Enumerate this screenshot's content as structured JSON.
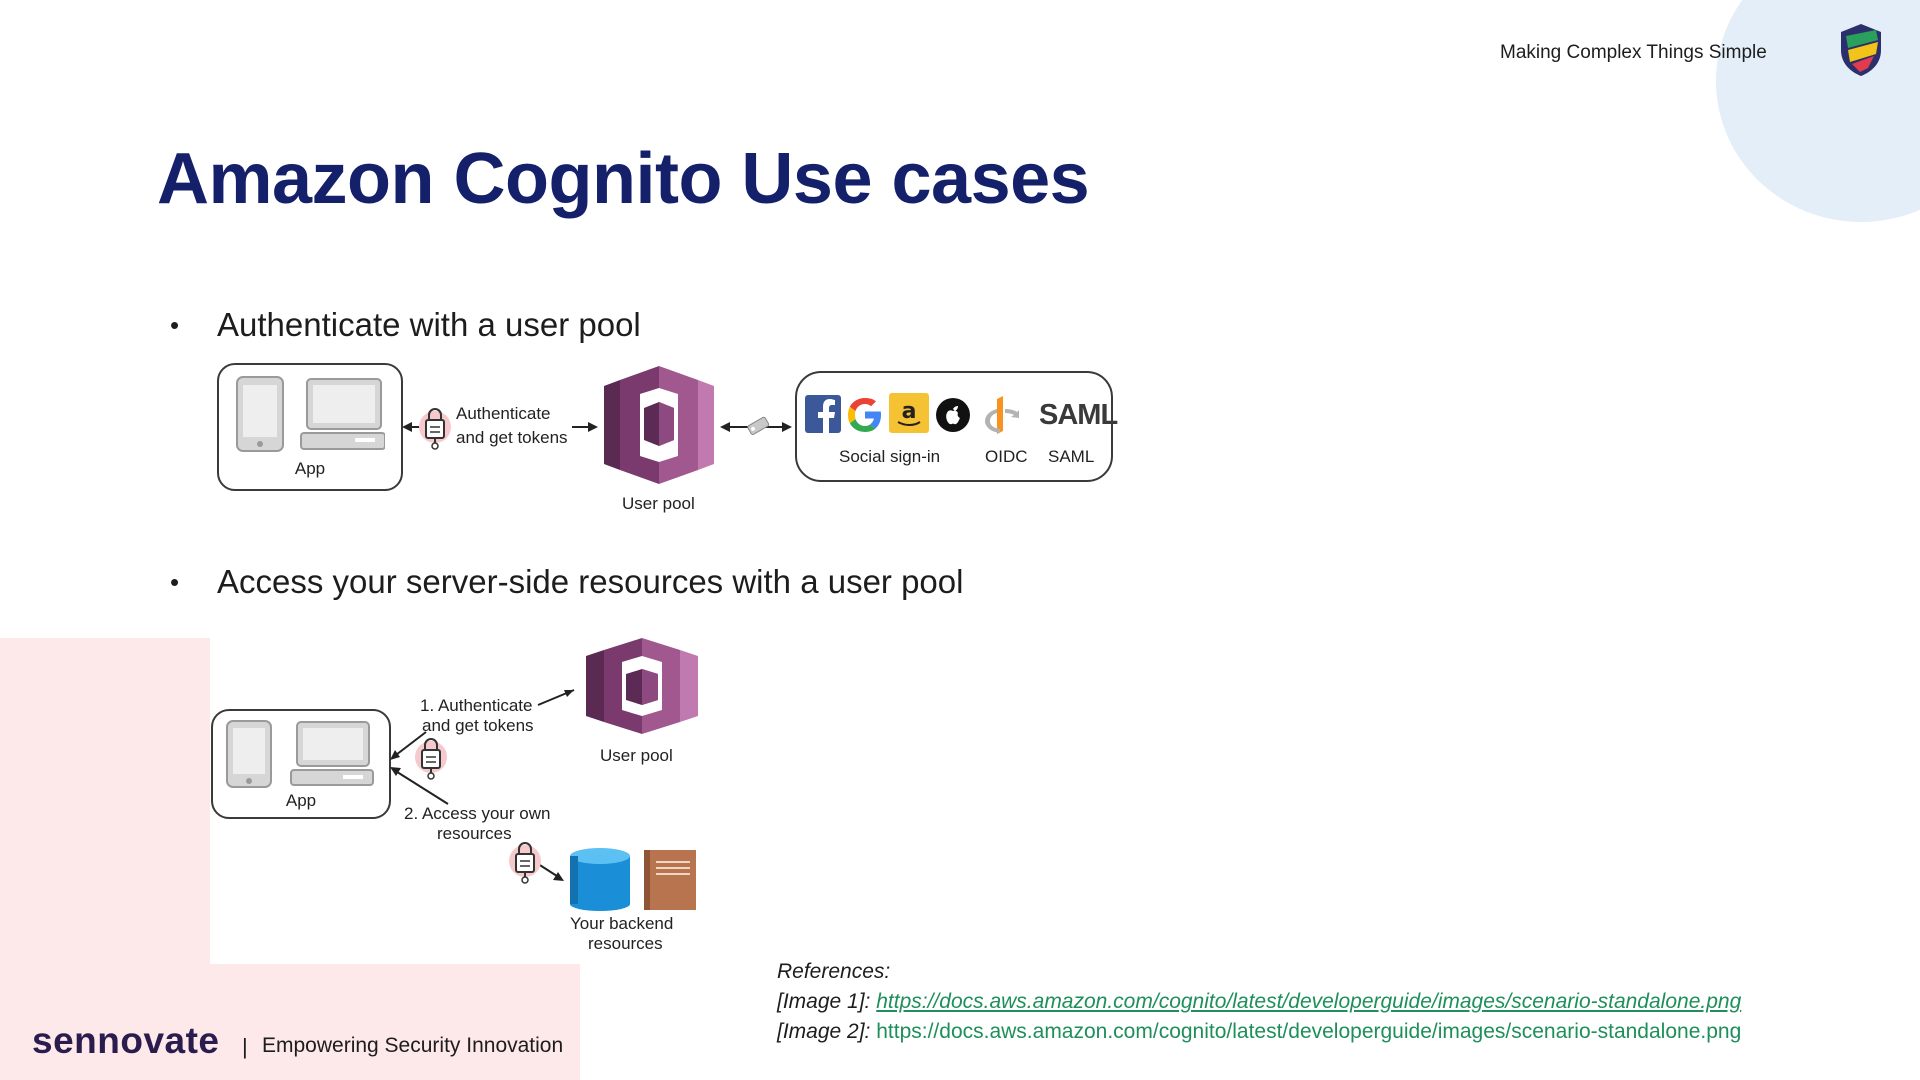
{
  "header": {
    "tagline": "Making Complex Things Simple",
    "logo_icon": "shield-icon"
  },
  "title": "Amazon Cognito Use cases",
  "bullets": [
    {
      "marker": "•",
      "text": "Authenticate with a user pool"
    },
    {
      "marker": "•",
      "text": "Access your server-side resources with a user pool"
    }
  ],
  "diagram1": {
    "app_label": "App",
    "arrow_label_line1": "Authenticate",
    "arrow_label_line2": "and get tokens",
    "userpool_label": "User pool",
    "social_label": "Social sign-in",
    "oidc_label": "OIDC",
    "saml_label": "SAML",
    "saml_logo_text": "SAML",
    "providers": [
      "facebook-icon",
      "google-icon",
      "amazon-icon",
      "apple-icon",
      "openid-icon"
    ]
  },
  "diagram2": {
    "app_label": "App",
    "step1_line1": "1. Authenticate",
    "step1_line2": "and get tokens",
    "userpool_label": "User pool",
    "step2_line1": "2. Access your own",
    "step2_line2": "resources",
    "backend_line1": "Your backend",
    "backend_line2": "resources"
  },
  "references": {
    "heading": "References:",
    "items": [
      {
        "label": "[Image 1]:",
        "url": "https://docs.aws.amazon.com/cognito/latest/developerguide/images/scenario-standalone.png"
      },
      {
        "label": "[Image 2]:",
        "url": "https://docs.aws.amazon.com/cognito/latest/developerguide/images/scenario-standalone.png"
      }
    ]
  },
  "footer": {
    "brand": "sennovate",
    "separator": "|",
    "tagline": "Empowering Security Innovation"
  },
  "colors": {
    "title": "#14206a",
    "cognito": "#7a3a6e",
    "link": "#1e8f5a",
    "pink_deco": "#fde8ea",
    "blue_deco": "#e4eef8"
  }
}
